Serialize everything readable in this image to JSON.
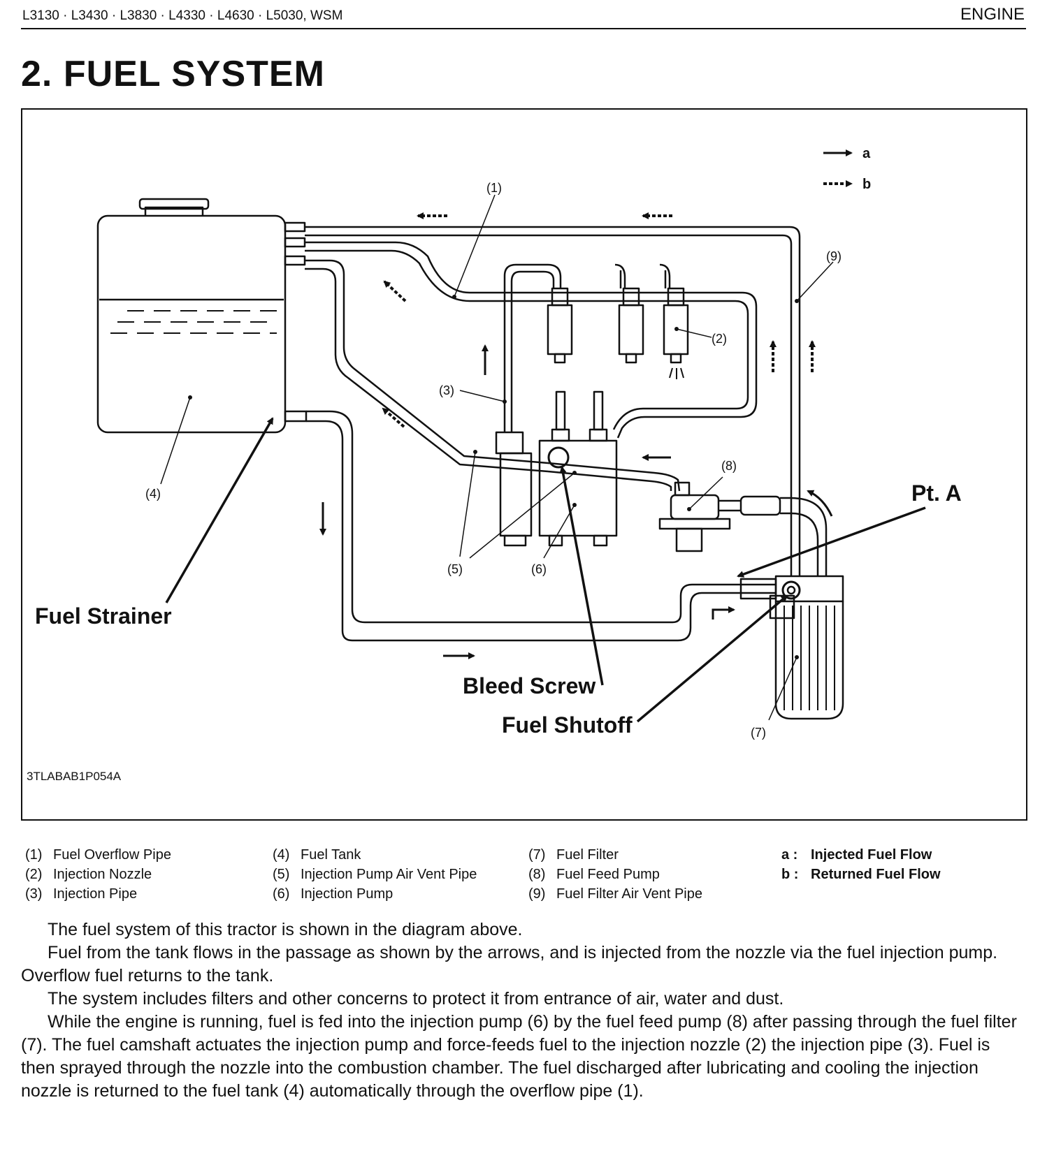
{
  "header": {
    "models": "L3130 · L3430 · L3830 · L4330 · L4630 · L5030, WSM",
    "section": "ENGINE"
  },
  "title": "2.  FUEL  SYSTEM",
  "diagram": {
    "figure_code": "3TLABAB1P054A",
    "flow_key": {
      "a": "a",
      "b": "b"
    },
    "callouts": {
      "c1": "(1)",
      "c2": "(2)",
      "c3": "(3)",
      "c4": "(4)",
      "c5": "(5)",
      "c6": "(6)",
      "c7": "(7)",
      "c8": "(8)",
      "c9": "(9)"
    },
    "annotations": {
      "fuel_strainer": "Fuel Strainer",
      "bleed_screw": "Bleed Screw",
      "fuel_shutoff": "Fuel Shutoff",
      "pt_a": "Pt. A"
    }
  },
  "legend": {
    "col1": [
      {
        "num": "(1)",
        "label": "Fuel Overflow Pipe"
      },
      {
        "num": "(2)",
        "label": "Injection Nozzle"
      },
      {
        "num": "(3)",
        "label": "Injection Pipe"
      }
    ],
    "col2": [
      {
        "num": "(4)",
        "label": "Fuel Tank"
      },
      {
        "num": "(5)",
        "label": "Injection Pump Air Vent Pipe"
      },
      {
        "num": "(6)",
        "label": "Injection Pump"
      }
    ],
    "col3": [
      {
        "num": "(7)",
        "label": "Fuel Filter"
      },
      {
        "num": "(8)",
        "label": "Fuel Feed Pump"
      },
      {
        "num": "(9)",
        "label": "Fuel Filter Air Vent Pipe"
      }
    ],
    "flows": [
      {
        "key": "a :",
        "label": "Injected Fuel Flow"
      },
      {
        "key": "b :",
        "label": "Returned Fuel Flow"
      }
    ]
  },
  "body": {
    "p1": "The fuel system of this tractor is shown in the diagram above.",
    "p2": "Fuel from the tank flows in the passage as shown by the arrows, and is injected from the nozzle via the fuel injection pump.  Overflow fuel returns to the tank.",
    "p3": "The system includes filters and other concerns to protect it from entrance of air, water and dust.",
    "p4": "While the engine is running, fuel is fed into the injection pump (6) by the fuel feed pump (8) after passing through the fuel filter (7).  The fuel camshaft actuates the injection pump and force-feeds fuel to the injection nozzle (2) the injection pipe (3).  Fuel is then sprayed through the nozzle into the combustion chamber.  The fuel discharged after lubricating and cooling the injection nozzle is returned to the fuel tank (4) automatically through the overflow pipe (1)."
  }
}
